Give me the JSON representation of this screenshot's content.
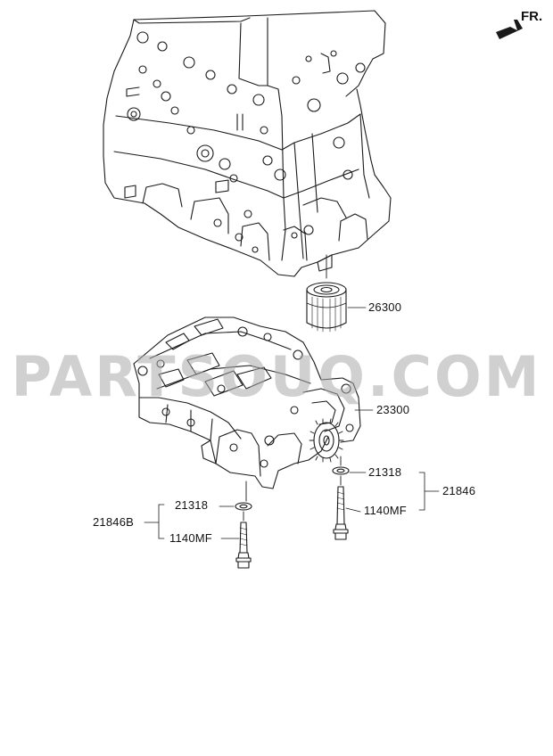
{
  "direction_label": "FR.",
  "watermark": "PARTSOUQ.COM",
  "callouts": {
    "oil_filter": "26300",
    "oil_pump_balance_shaft": "23300",
    "washer_right": "21318",
    "bolt_right": "1140MF",
    "group_right": "21846",
    "washer_left": "21318",
    "bolt_left": "1140MF",
    "group_left": "21846B"
  },
  "icons": [
    "arrow-forward-icon"
  ],
  "colors": {
    "line": "#1a1a1a",
    "watermark": "#aaaaaa"
  }
}
